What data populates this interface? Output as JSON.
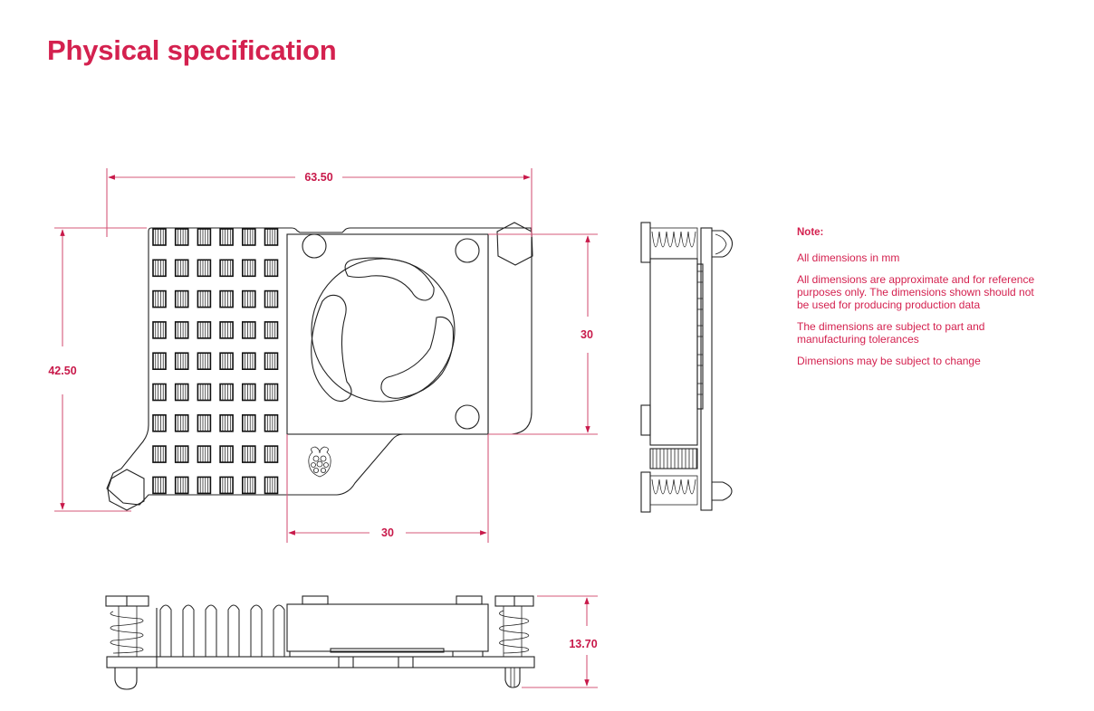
{
  "page": {
    "title": "Physical specification"
  },
  "dimensions": {
    "overall_width": "63.50",
    "overall_height": "42.50",
    "fan_height": "30",
    "fan_width": "30",
    "total_thickness": "13.70"
  },
  "notes": {
    "heading": "Note:",
    "items": [
      "All dimensions in mm",
      "All dimensions are approximate and for reference purposes only. The dimensions shown should not be used for producing production data",
      "The dimensions are subject to part and manufacturing tolerances",
      "Dimensions may be subject to change"
    ]
  },
  "colors": {
    "accent": "#d4214f",
    "dimension_line": "#d4587a",
    "drawing_line": "#222222"
  },
  "views": {
    "top": "top-view",
    "side": "side-view",
    "front": "front-view"
  }
}
